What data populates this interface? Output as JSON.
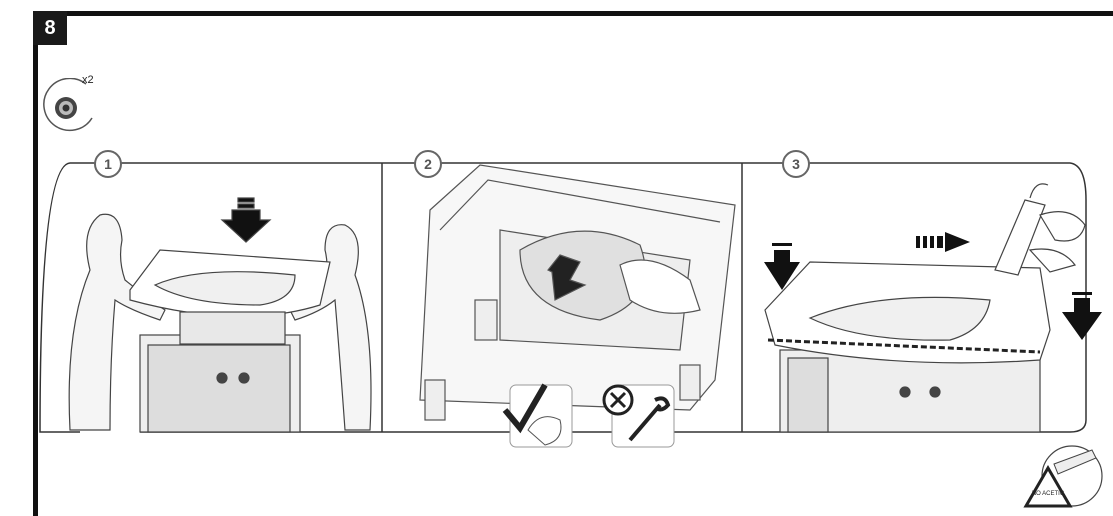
{
  "step": {
    "number": "8"
  },
  "parts": {
    "quantity": "x2",
    "icon": "washer-nut-icon"
  },
  "panels": [
    {
      "number": "1"
    },
    {
      "number": "2"
    },
    {
      "number": "3"
    }
  ],
  "warning": {
    "text": "NO ACETIC"
  }
}
